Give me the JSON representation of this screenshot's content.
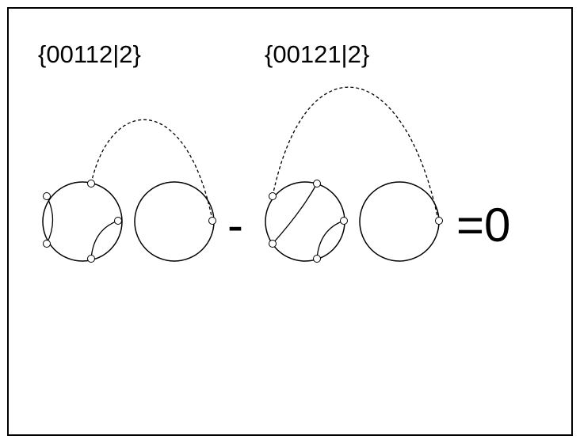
{
  "diagram": {
    "labels": {
      "left_term": "{00112|2}",
      "right_term": "{00121|2}",
      "minus_sign": "-",
      "equals_zero": "=0"
    },
    "colors": {
      "stroke": "#000000",
      "background": "#ffffff"
    }
  }
}
